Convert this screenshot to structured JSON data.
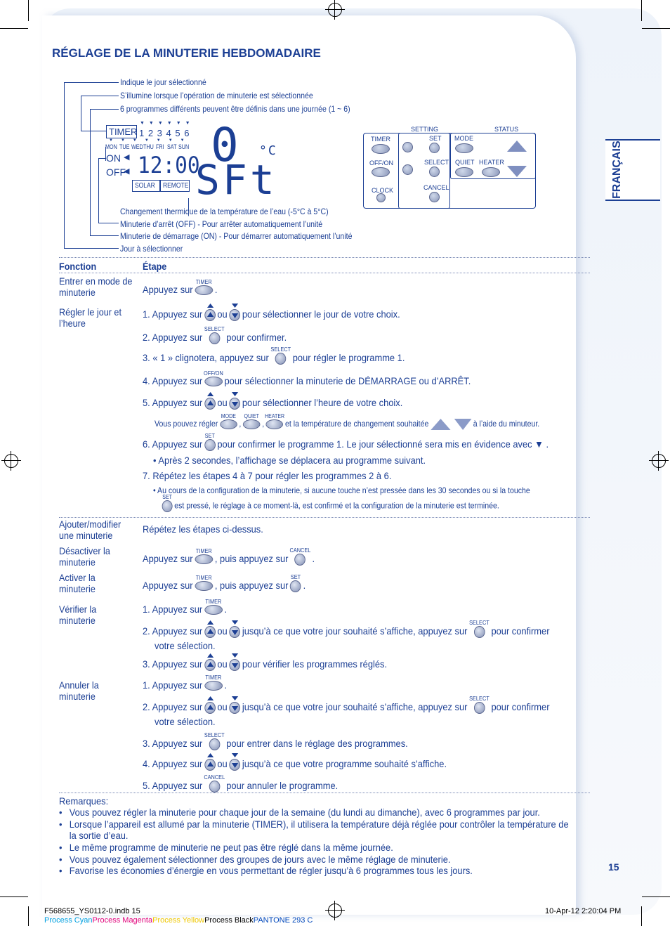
{
  "title": "RÉGLAGE DE LA MINUTERIE HEBDOMADAIRE",
  "side_tab": "FRANÇAIS",
  "callouts_top": [
    "Indique le jour sélectionné",
    "S’illumine lorsque l’opération de minuterie est sélectionnée",
    "6 programmes différents peuvent être définis dans une journée (1 ~ 6)"
  ],
  "callouts_bottom": [
    "Changement thermique de la température de l’eau (-5°C à 5°C)",
    "Minuterie d’arrêt (OFF) - Pour arrêter automatiquement l’unité",
    "Minuterie de démarrage (ON) - Pour démarrer automatiquement l’unité",
    "Jour à sélectionner"
  ],
  "lcd": {
    "timer": "TIMER",
    "programs": "1 2 3 4 5 6",
    "days": [
      "MON",
      "TUE",
      "WED",
      "THU",
      "FRI",
      "SAT",
      "SUN"
    ],
    "on": "ON",
    "off": "OFF",
    "temp": "0",
    "unit": "°C",
    "clock": "12:00",
    "sft": "SFt",
    "solar": "SOLAR",
    "remote": "REMOTE"
  },
  "remote": {
    "setting": "SETTING",
    "status": "STATUS",
    "timer": "TIMER",
    "set": "SET",
    "mode": "MODE",
    "offon": "OFF/ON",
    "select": "SELECT",
    "quiet": "QUIET",
    "heater": "HEATER",
    "clock": "CLOCK",
    "cancel": "CANCEL"
  },
  "table": {
    "col_function": "Fonction",
    "col_step": "Étape"
  },
  "functions": {
    "enter": "Entrer en mode de minuterie",
    "set_day": "Régler le jour et l’heure",
    "add": "Ajouter/modifier une minuterie",
    "disable": "Désactiver la minuterie",
    "enable": "Activer la minuterie",
    "check": "Vérifier la minuterie",
    "cancel": "Annuler la minuterie"
  },
  "text": {
    "appuyez_sur": "Appuyez sur",
    "ou": "ou",
    "puis": ", puis appuyez sur",
    "dot": ".",
    "comma": ",",
    "s1_1": "1.",
    "s1_2": "2.",
    "s1_3": "3.",
    "s1_4": "4.",
    "s1_5": "5.",
    "s1_6": "6.",
    "step1_tail": "pour sélectionner le jour de votre choix.",
    "step2_tail": "pour confirmer.",
    "step3_head": "« 1 » clignotera, appuyez sur",
    "step3_tail": "pour régler le programme 1.",
    "step4_tail": "pour sélectionner la minuterie de DÉMARRAGE ou d’ARRÊT.",
    "step5_tail": "pour sélectionner l’heure de votre choix.",
    "step5_note_head": "Vous pouvez régler",
    "step5_note_mid": "et la température de changement souhaitée",
    "step5_note_tail": "à l’aide du minuteur.",
    "step6_tail": "pour confirmer le programme 1. Le jour sélectionné sera mis en évidence avec",
    "step6_mark": "▼ .",
    "step6_note": "Après 2 secondes, l’affichage se déplacera au programme suivant.",
    "step7": "Répétez les étapes 4 à 7 pour régler les programmes 2 à 6.",
    "step7_note_a": "Au cours de la configuration de la minuterie, si aucune touche n’est pressée dans les 30 secondes ou si la touche",
    "step7_note_b": "est pressé, le réglage à ce moment-là, est confirmé et la configuration de la minuterie est terminée.",
    "add_text": "Répétez les étapes ci-dessus.",
    "check2_tail": "jusqu’à ce que votre jour souhaité s’affiche, appuyez sur",
    "confirm_tail": "pour confirmer",
    "votre_selection": "votre sélection.",
    "check3_tail": "pour vérifier les programmes réglés.",
    "cancel3_tail": "pour entrer dans le réglage des programmes.",
    "cancel4_tail": "jusqu’à ce que votre programme souhaité s’affiche.",
    "cancel5_tail": "pour annuler le programme."
  },
  "remarks": {
    "title": "Remarques:",
    "items": [
      "Vous pouvez régler la minuterie pour chaque jour de la semaine (du lundi au dimanche), avec 6 programmes par jour.",
      "Lorsque l’appareil est allumé par la minuterie (TIMER), il utilisera la température déjà réglée pour contrôler la température de la sortie d’eau.",
      "Le même programme de minuterie ne peut pas être réglé dans la même journée.",
      "Vous pouvez également sélectionner des groupes de jours avec le même réglage de minuterie.",
      "Favorise les économies d’énergie en vous permettant de régler jusqu’à 6 programmes tous les jours."
    ]
  },
  "page_number": "15",
  "footer": {
    "file": "F568655_YS0112-0.indb   15",
    "date": "10-Apr-12   2:20:04 PM",
    "cyan": "Process Cyan",
    "magenta": "Process Magenta",
    "yellow": "Process Yellow",
    "black": "Process Black",
    "pantone": "PANTONE 293 C"
  },
  "colors": {
    "text_blue": "#1c3f94",
    "cyan": "#00a0e0",
    "magenta": "#e2007a",
    "yellow": "#f7d000",
    "pantone": "#0047bb"
  }
}
